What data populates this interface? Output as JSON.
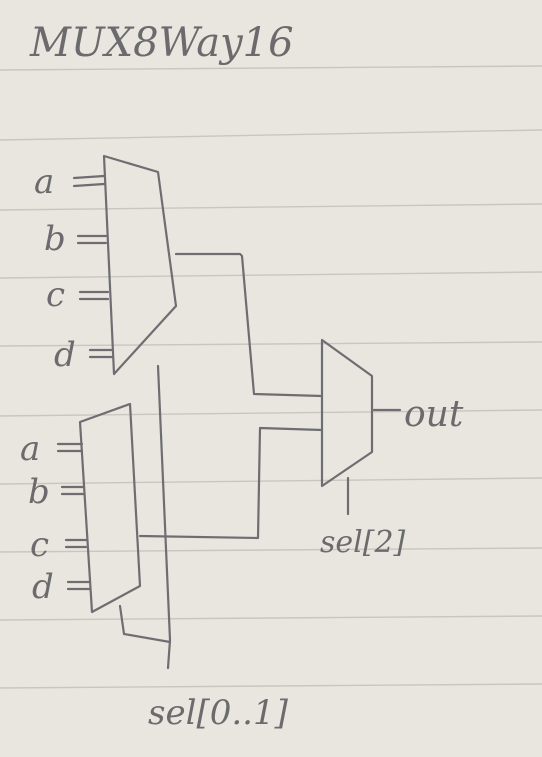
{
  "title": "MUX8Way16",
  "upper_mux": {
    "inputs": [
      "a",
      "b",
      "c",
      "d"
    ]
  },
  "lower_mux": {
    "inputs": [
      "a",
      "b",
      "c",
      "d"
    ]
  },
  "output_mux": {
    "output_label": "out",
    "select_label": "sel[2]"
  },
  "shared_select_label": "sel[0..1]"
}
